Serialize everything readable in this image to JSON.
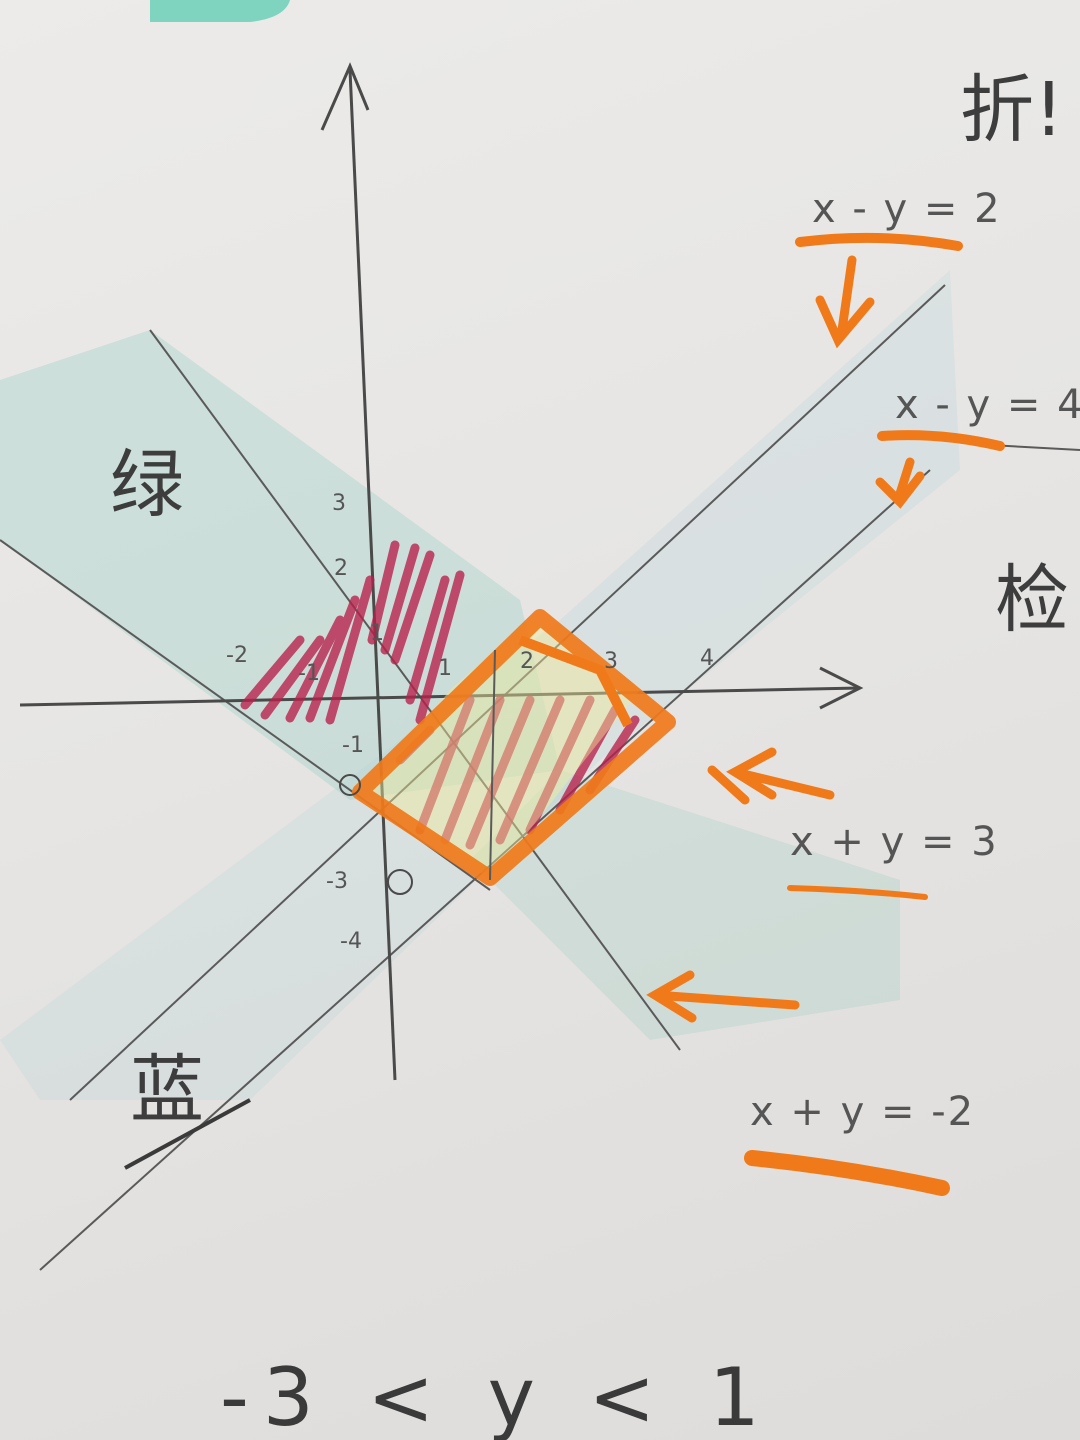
{
  "annotations": {
    "top_right": "折!",
    "mid_right": "检",
    "left_green": "绿",
    "left_blue": "蓝",
    "bottom_inequality": "-3 < y < 1"
  },
  "equations": {
    "eq1": "x - y = 2",
    "eq2": "x - y = 4",
    "eq3": "x + y = 3",
    "eq4": "x + y = -2"
  },
  "x_ticks": [
    "-2",
    "-1",
    "1",
    "2",
    "3",
    "4"
  ],
  "y_ticks": [
    "3",
    "2",
    "1",
    "-1",
    "-3",
    "-4"
  ],
  "colors": {
    "pencil": "#4a4a4a",
    "orange": "#f07a1a",
    "red_hatch": "#b8204a",
    "green": "#3fb4a0",
    "blue": "#9ecfd8",
    "yellow": "#f2ec9a"
  }
}
